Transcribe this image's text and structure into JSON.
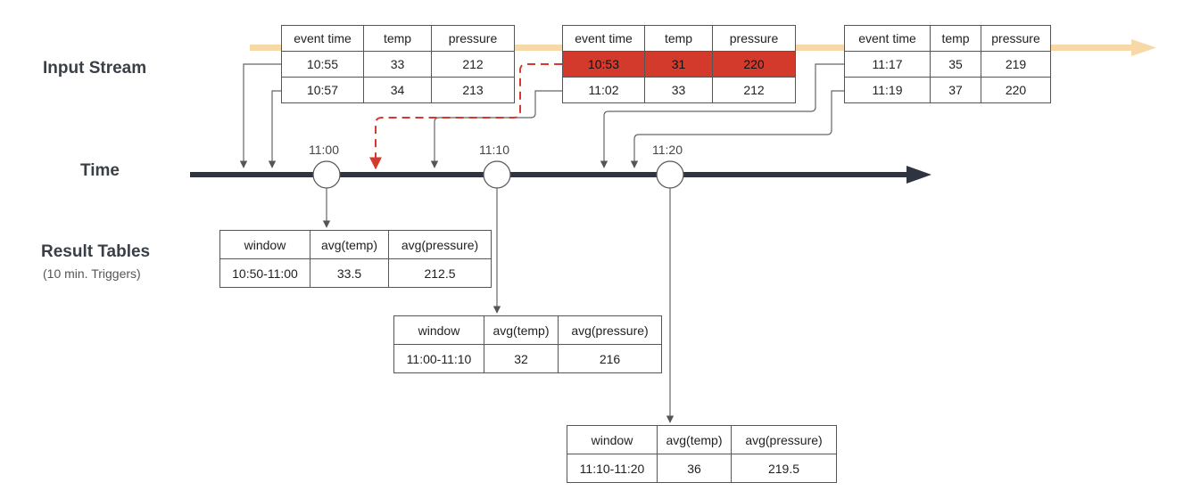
{
  "labels": {
    "input_stream": "Input Stream",
    "time": "Time",
    "result_tables": "Result Tables",
    "result_tables_note": "(10 min. Triggers)"
  },
  "ticks": [
    "11:00",
    "11:10",
    "11:20"
  ],
  "input_tables": [
    {
      "header": [
        "event time",
        "temp",
        "pressure"
      ],
      "rows": [
        [
          "10:55",
          "33",
          "212"
        ],
        [
          "10:57",
          "34",
          "213"
        ]
      ]
    },
    {
      "header": [
        "event time",
        "temp",
        "pressure"
      ],
      "rows": [
        [
          "10:53",
          "31",
          "220"
        ],
        [
          "11:02",
          "33",
          "212"
        ]
      ],
      "late_row_index": 0
    },
    {
      "header": [
        "event time",
        "temp",
        "pressure"
      ],
      "rows": [
        [
          "11:17",
          "35",
          "219"
        ],
        [
          "11:19",
          "37",
          "220"
        ]
      ]
    }
  ],
  "result_tables": [
    {
      "header": [
        "window",
        "avg(temp)",
        "avg(pressure)"
      ],
      "row": [
        "10:50-11:00",
        "33.5",
        "212.5"
      ]
    },
    {
      "header": [
        "window",
        "avg(temp)",
        "avg(pressure)"
      ],
      "row": [
        "11:00-11:10",
        "32",
        "216"
      ]
    },
    {
      "header": [
        "window",
        "avg(temp)",
        "avg(pressure)"
      ],
      "row": [
        "11:10-11:20",
        "36",
        "219.5"
      ]
    }
  ],
  "colors": {
    "stream": "#f7d9a8",
    "timeline": "#2e3440",
    "late": "#d33a2c"
  }
}
